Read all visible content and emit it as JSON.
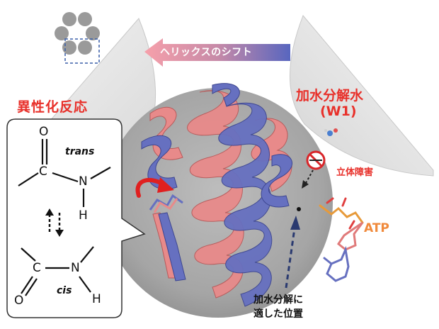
{
  "labels": {
    "isomerization": "異性化反応",
    "hydrolysis_water": "加水分解水",
    "w1": "(W1)",
    "steric_hindrance": "立体障害",
    "atp": "ATP",
    "helix_shift": "ヘリックスのシフト",
    "hydrolysis_position_line1": "加水分解に",
    "hydrolysis_position_line2": "適した位置",
    "trans": "trans",
    "cis": "cis"
  },
  "atoms": {
    "trans_O": "O",
    "trans_C": "C",
    "trans_N": "N",
    "trans_H": "H",
    "cis_O": "O",
    "cis_C": "C",
    "cis_N": "N",
    "cis_H": "H"
  },
  "colors": {
    "red_text": "#e8302a",
    "orange_text": "#f08a3c",
    "helix_pink": "#e88a8a",
    "helix_blue": "#6670c0",
    "sphere_gray": "#a0a0a0",
    "arrow_gradient_start": "#f39aa2",
    "arrow_gradient_end": "#5a68c0"
  },
  "icons": {
    "ring": "hexamer-ring-icon",
    "prohibit": "prohibit-icon",
    "rotate_arrow": "curved-rotate-arrow-icon",
    "water": "water-molecule-icon"
  }
}
